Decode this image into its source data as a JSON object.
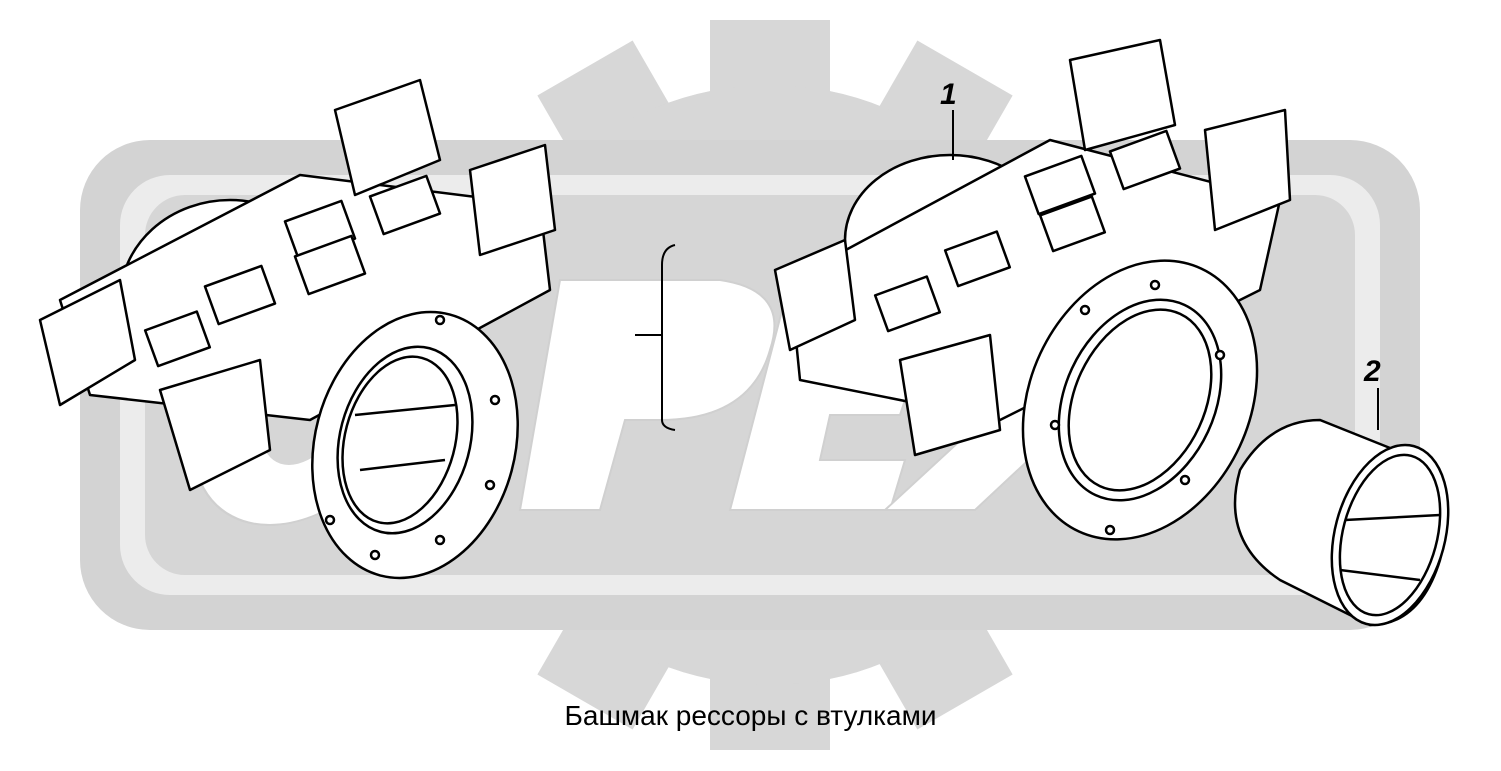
{
  "watermark": {
    "text": "OPEX",
    "color": "#cfcfcf"
  },
  "callouts": [
    {
      "id": "1",
      "label": "1"
    },
    {
      "id": "2",
      "label": "2"
    }
  ],
  "caption": "Башмак рессоры с втулками",
  "colors": {
    "line": "#000000",
    "part_fill": "#ffffff",
    "panel": "#d3d3d3",
    "panel_inner": "#e9e9e9"
  }
}
